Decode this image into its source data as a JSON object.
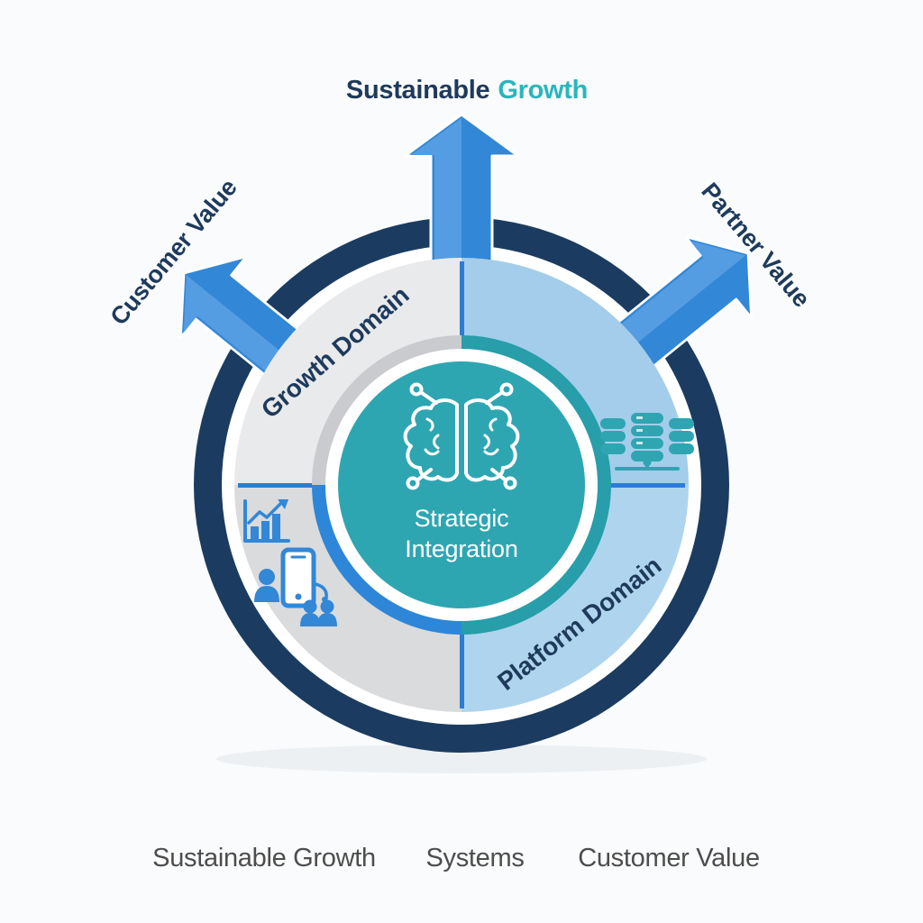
{
  "diagram": {
    "center": {
      "title_line1": "Strategic",
      "title_line2": "Integration",
      "icon": "brain-circuit-icon"
    },
    "segments": {
      "growth_domain": {
        "label": "Growth Domain",
        "position": "top-left"
      },
      "platform_domain": {
        "label": "Platform Domain",
        "position": "bottom-right"
      }
    },
    "arrows": {
      "top": {
        "label_part1": "Sustainable",
        "label_part2": "Growth",
        "direction": "up"
      },
      "upper_left": {
        "label": "Customer Value",
        "direction": "up-left"
      },
      "upper_right": {
        "label": "Partner Value",
        "direction": "up-right"
      }
    },
    "icons": {
      "growth_segment": [
        "growth-chart-icon",
        "mobile-users-icon"
      ],
      "platform_segment": [
        "database-network-icon"
      ]
    },
    "bottom_captions": [
      "Sustainable Growth",
      "Systems",
      "Customer Value"
    ]
  },
  "colors": {
    "background": "#fafbfc",
    "navy_ring": "#1b3c60",
    "navy_text": "#1e3a5c",
    "accent_blue": "#3287d6",
    "accent_blue_light": "#559de2",
    "divider_blue": "#2c7cd4",
    "teal_center": "#2ea6b2",
    "teal_collar": "#279eaa",
    "teal_text": "#2ab5bd",
    "teal_icon": "#2fa5b2",
    "collar_gray": "#c9cbce",
    "collar_blue": "#2e86d8",
    "quad_tl": "#e9eaec",
    "quad_bl": "#d9dbdd",
    "quad_tr": "#a3cdea",
    "quad_br": "#afd5ee",
    "caption_gray": "#4d4d4d"
  }
}
